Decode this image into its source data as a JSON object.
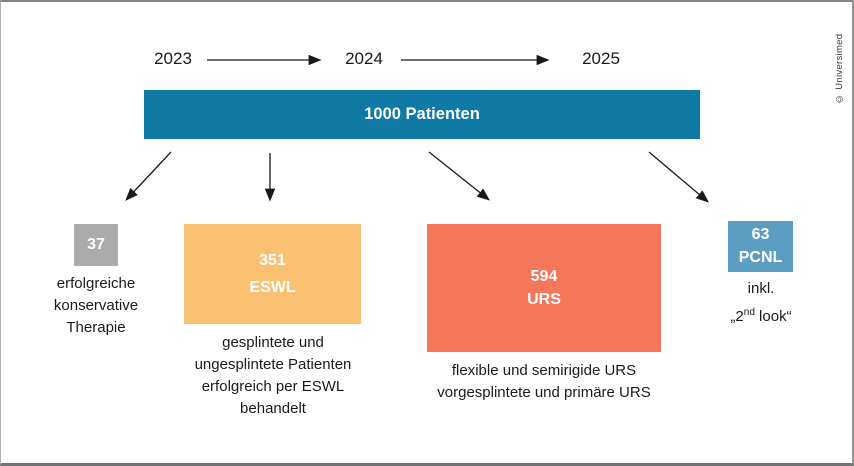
{
  "meta": {
    "copyright": "© Universimed"
  },
  "timeline": {
    "years": [
      "2023",
      "2024",
      "2025"
    ]
  },
  "root": {
    "label": "1000 Patienten"
  },
  "nodes": [
    {
      "id": "konservativ",
      "value": "37",
      "caption_lines": [
        "erfolgreiche",
        "konservative",
        "Therapie"
      ]
    },
    {
      "id": "eswl",
      "value": "351",
      "code": "ESWL",
      "caption_lines": [
        "gesplintete und",
        "ungesplintete Patienten",
        "erfolgreich per ESWL",
        "behandelt"
      ]
    },
    {
      "id": "urs",
      "value": "594",
      "code": "URS",
      "caption_lines": [
        "flexible und semirigide URS",
        "vorgesplintete und primäre URS"
      ]
    },
    {
      "id": "pcnl",
      "value": "63",
      "code": "PCNL",
      "caption_line1": "inkl.",
      "caption2": {
        "open": "„2",
        "sup": "nd",
        "rest": " look“"
      }
    }
  ],
  "colors": {
    "bar_teal": "#0f7aa5",
    "node_gray": "#ababab",
    "node_orange": "#fbc173",
    "node_salmon": "#f4765b",
    "node_blue": "#5c9ec1",
    "arrow_black": "#1a1a1a",
    "text_light": "#ffffff",
    "text_dark": "#1a1a1a"
  }
}
